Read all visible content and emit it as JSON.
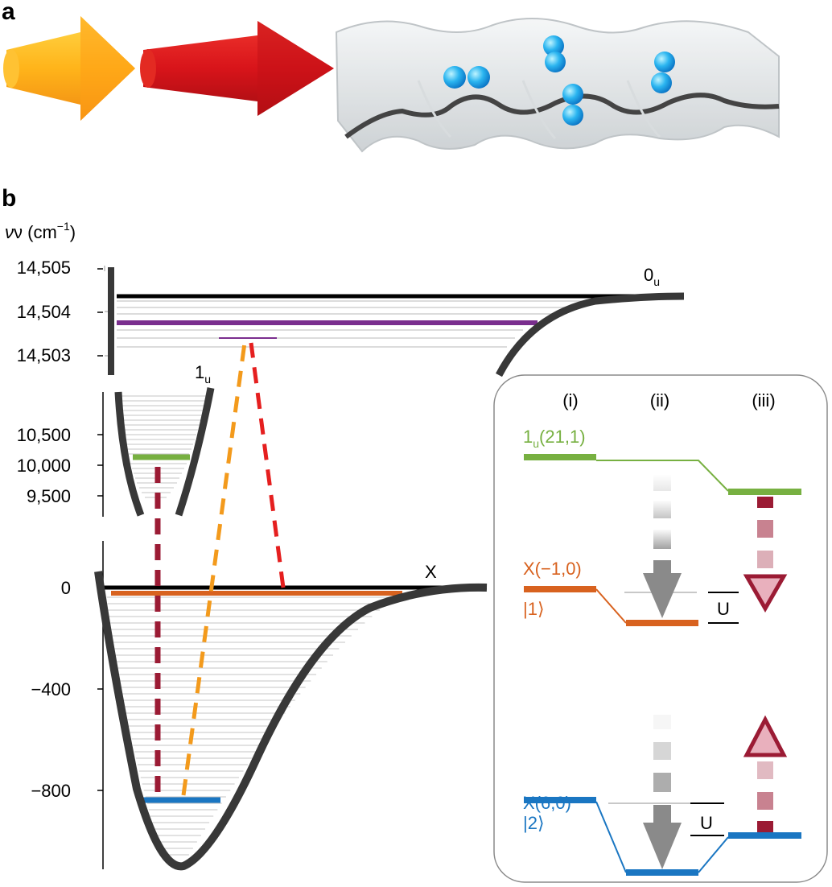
{
  "panels": {
    "a": "a",
    "b": "b"
  },
  "axis": {
    "label_main": "ν (cm",
    "label_exp": "−1",
    "label_close": ")",
    "top_ticks": [
      "14,505",
      "14,504",
      "14,503"
    ],
    "mid_ticks": [
      "10,500",
      "10,000",
      "9,500"
    ],
    "bottom_ticks": [
      "0",
      "−400",
      "−800"
    ]
  },
  "potentials": {
    "upper": {
      "label": "0",
      "sub": "u"
    },
    "middle": {
      "label": "1",
      "sub": "u"
    },
    "ground": {
      "label": "X"
    }
  },
  "inset": {
    "columns": [
      "(i)",
      "(ii)",
      "(iii)"
    ],
    "excited_label": "1",
    "excited_sub": "u",
    "excited_rest": "(21,1)",
    "state1_label": "X(−1,0)",
    "state1_ket": "|1⟩",
    "state2_label": "X(6,0)",
    "state2_ket": "|2⟩",
    "u_label_1": "U",
    "u_label_2": "U"
  },
  "colors": {
    "green": "#77b041",
    "orange": "#d8621f",
    "blue": "#1a76c2",
    "purple": "#7a2e8e",
    "dark_red": "#9b1b34",
    "laser_orange": "#f39a1c",
    "laser_red": "#e51f1f",
    "curve": "#383838"
  }
}
